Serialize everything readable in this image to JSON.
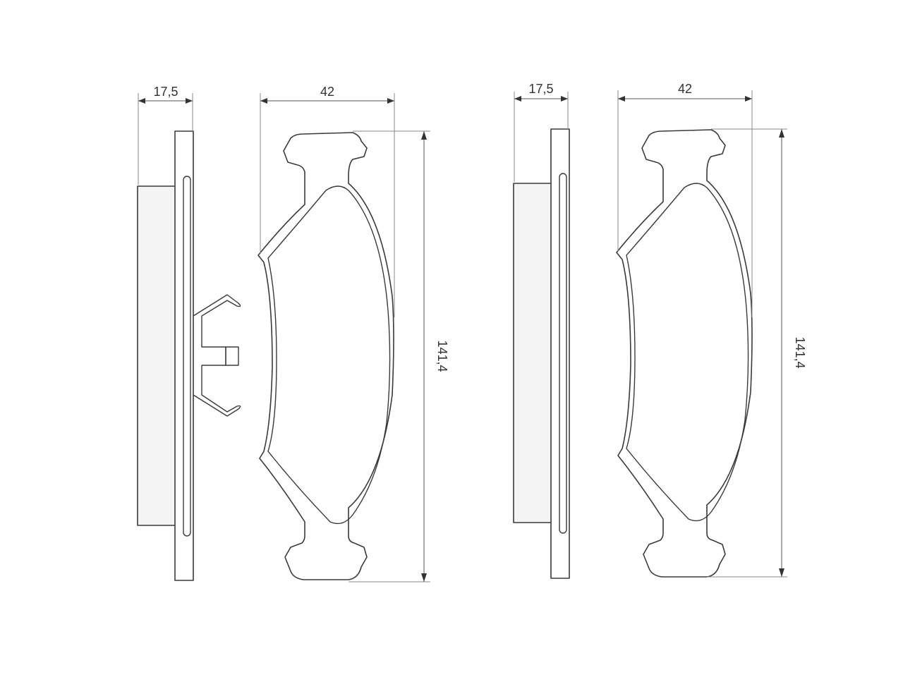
{
  "drawing": {
    "colors": {
      "line": "#3a3a3a",
      "dimension": "#555555",
      "background": "#ffffff"
    },
    "views": [
      {
        "name": "left-set",
        "has_spring_clip": true,
        "dimensions": {
          "thickness": "17,5",
          "width": "42",
          "height": "141,4"
        }
      },
      {
        "name": "right-set",
        "has_spring_clip": false,
        "dimensions": {
          "thickness": "17,5",
          "width": "42",
          "height": "141,4"
        }
      }
    ]
  }
}
